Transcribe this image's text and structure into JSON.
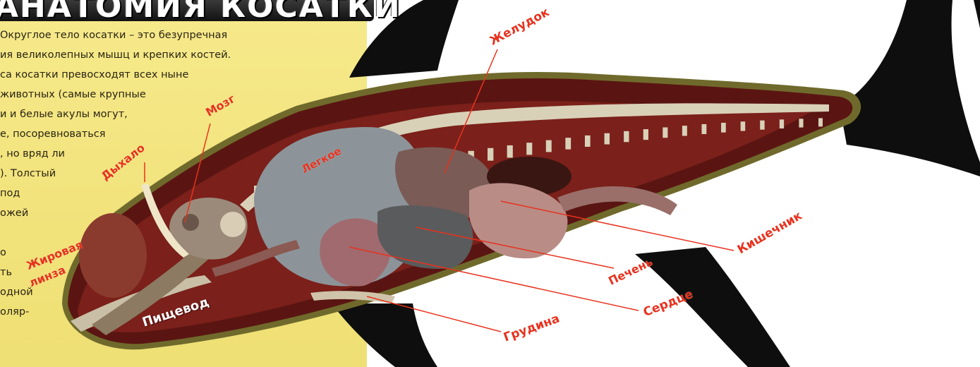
{
  "title": "АНАТОМИЯ КОСАТКИ",
  "intro_lines": [
    "Округлое тело косатки – это безупречная",
    "ия великолепных мышц и крепких костей.",
    "са косатки превосходят всех ныне",
    "животных (самые крупные",
    "и и белые акулы могут,",
    "е, посоревноваться",
    ", но вряд ли",
    "). Толстый",
    "под",
    "ожей",
    "",
    "",
    "о",
    "ть",
    "одной",
    "оляр-"
  ],
  "labels": {
    "stomach": "Желудок",
    "brain": "Мозг",
    "blowhole": "Дыхало",
    "lung": "Легкое",
    "intestine": "Кишечник",
    "fat_lens_1": "Жировая",
    "fat_lens_2": "линза",
    "esophagus": "Пищевод",
    "liver": "Печень",
    "heart": "Сердце",
    "sternum": "Грудина"
  },
  "colors": {
    "label_red": "#e8321e",
    "whale_skin": "#0e0e0e",
    "body_wall": "#5a1512",
    "flesh": "#7b201a",
    "fat_layer": "#6f6a2c",
    "bone": "#d9d0b8",
    "lung": "#8c9499",
    "organ_gray": "#5a5b5c",
    "panel_yellow": "#f2e27c"
  }
}
